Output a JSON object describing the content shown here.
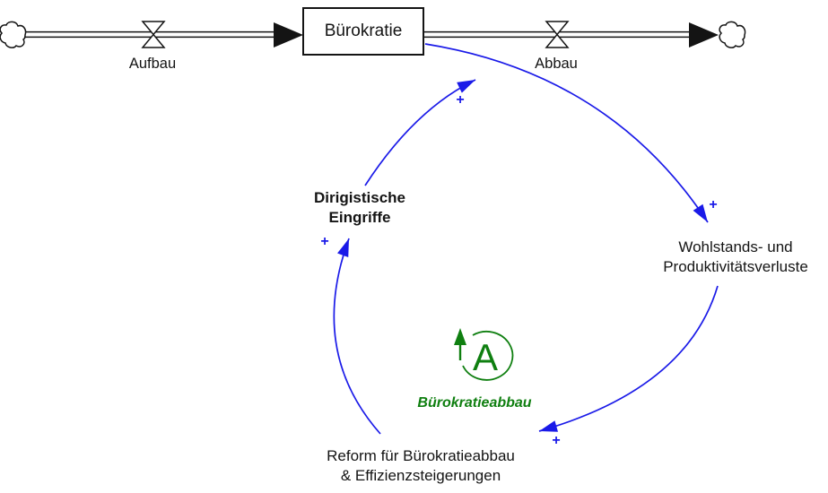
{
  "stock": {
    "label": "Bürokratie"
  },
  "flows": {
    "inflow_label": "Aufbau",
    "outflow_label": "Abbau"
  },
  "variables": {
    "dirigistische_line1": "Dirigistische",
    "dirigistische_line2": "Eingriffe",
    "wohlstand_line1": "Wohlstands- und",
    "wohlstand_line2": "Produktivitätsverluste",
    "reform_line1": "Reform für Bürokratieabbau",
    "reform_line2": "& Effizienzsteigerungen"
  },
  "loop": {
    "letter": "A",
    "label": "Bürokratieabbau"
  },
  "polarity": {
    "plus": "+"
  },
  "colors": {
    "causal_link": "#1a1ae8",
    "loop": "#0f7f10",
    "flow": "#141414",
    "background": "#ffffff"
  }
}
